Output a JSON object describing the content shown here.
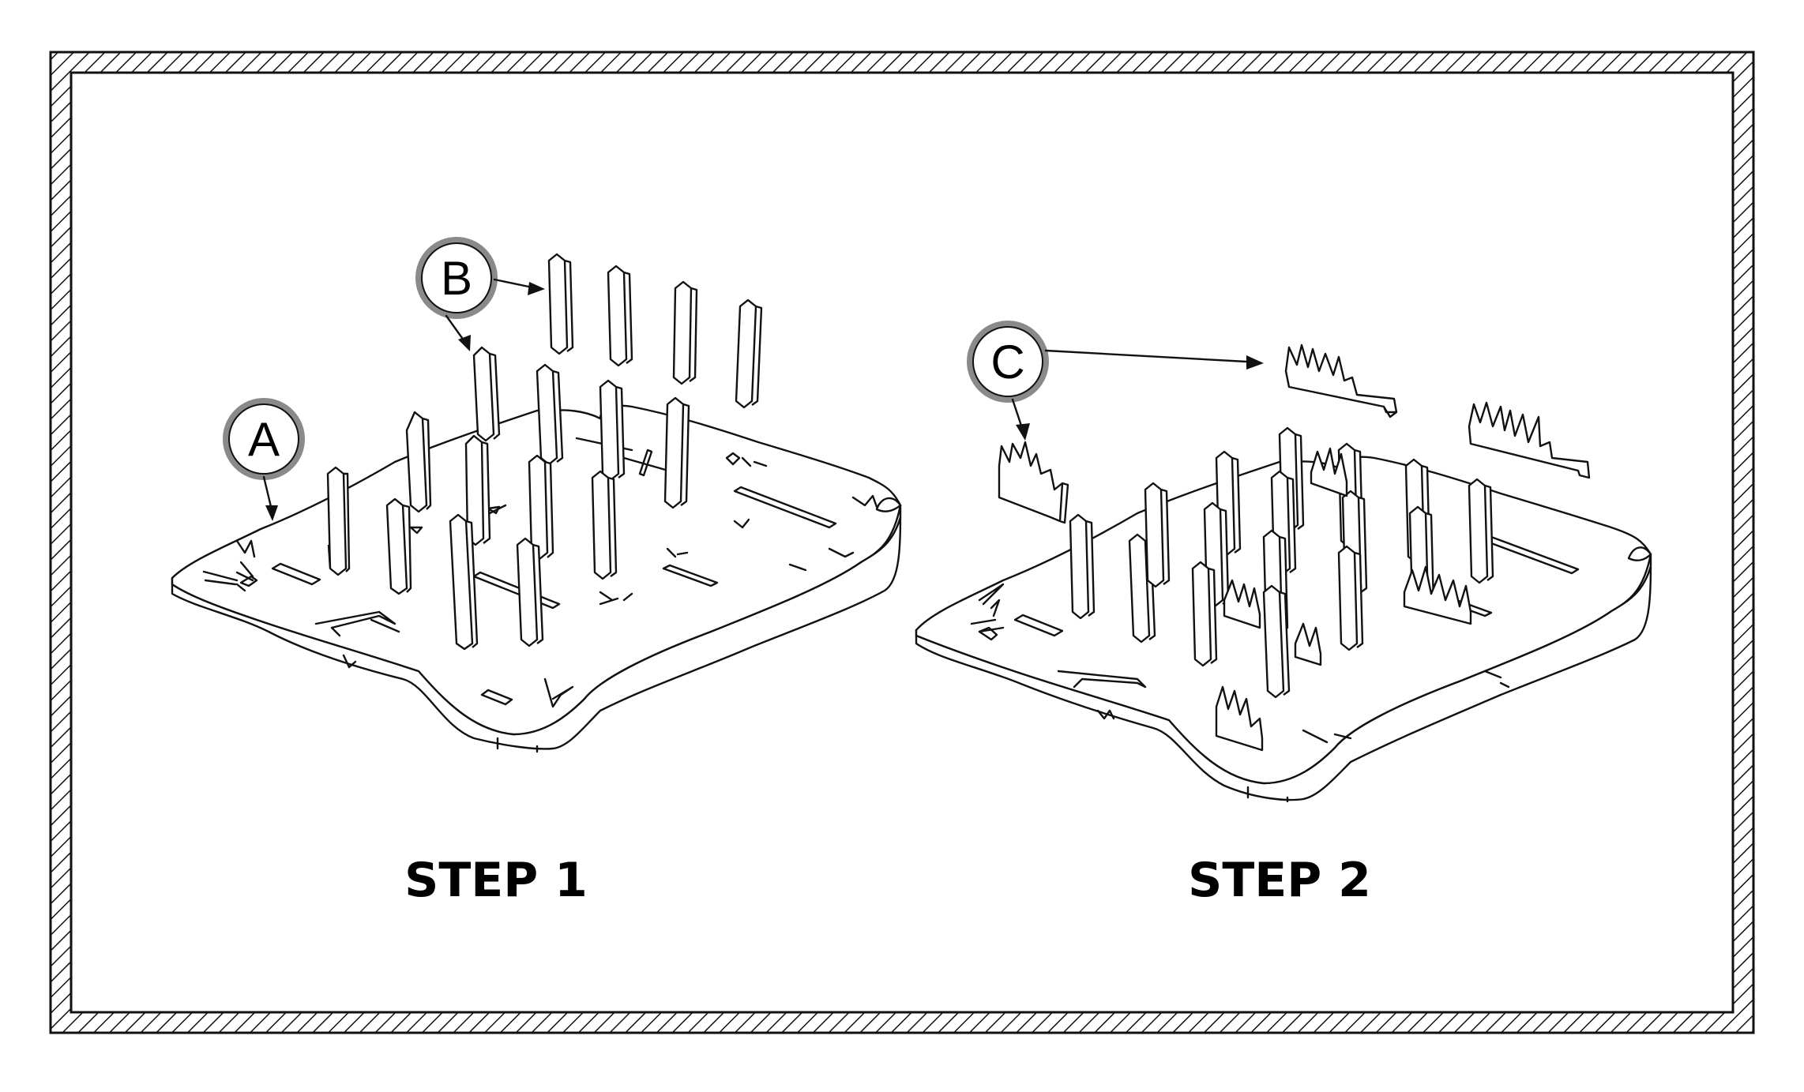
{
  "colors": {
    "line": "#111111",
    "background": "#ffffff",
    "callout_ring": "#8a8a8a"
  },
  "steps": [
    {
      "label": "STEP 1",
      "callouts": [
        "A",
        "B"
      ]
    },
    {
      "label": "STEP 2",
      "callouts": [
        "C"
      ]
    }
  ]
}
